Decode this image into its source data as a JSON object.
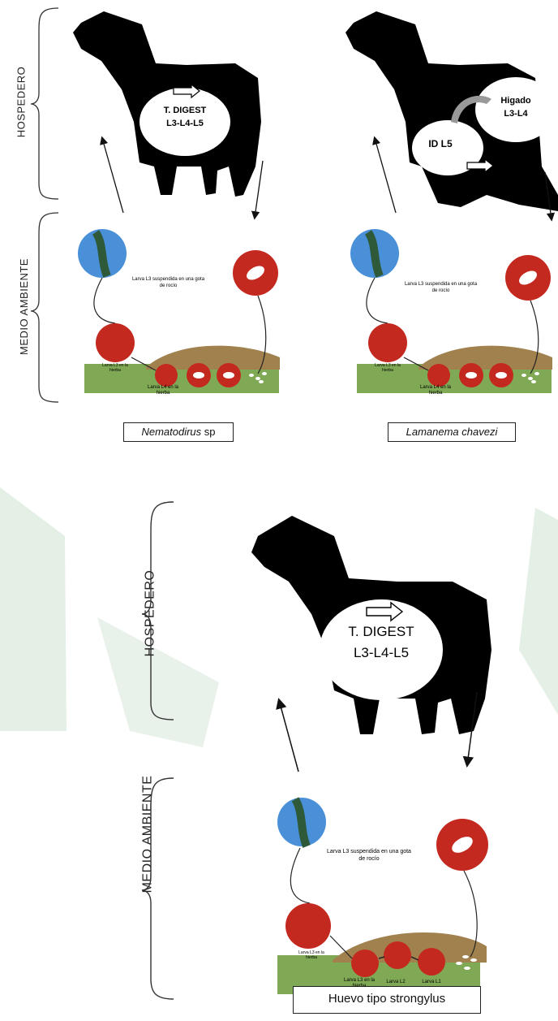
{
  "labels": {
    "host": "HOSPEDERO",
    "environment": "MEDIO AMBIENTE"
  },
  "panel_nematodirus": {
    "organ_title": "T. DIGEST",
    "organ_stages": "L3-L4-L5",
    "larva_dew": "Larva L3 suspendida en una gota de rocío",
    "larva_soil": "Larva L3 en la hierba",
    "larva_soil2": "Larva L4 en la hierba",
    "caption_genus": "Nematodirus",
    "caption_rest": " sp"
  },
  "panel_lamanema": {
    "liver_title": "Higado",
    "liver_stages": "L3-L4",
    "intestine_label": "ID L5",
    "larva_dew": "Larva L3 suspendida en una gota de rocío",
    "larva_soil": "Larva L3 en la hierba",
    "larva_soil2": "Larva L4 en la hierba",
    "caption": "Lamanema chavezi"
  },
  "panel_strongylus": {
    "organ_title": "T. DIGEST",
    "organ_stages": "L3-L4-L5",
    "larva_dew": "Larva L3 suspendida en una gota de rocío",
    "larva_soil": "Larva L3 en la hierba",
    "stage_l3": "Larva L3 en la hierba",
    "stage_l2": "Larva L2",
    "stage_l1": "Larva L1",
    "caption": "Huevo tipo strongylus"
  },
  "colors": {
    "silhouette": "#000000",
    "red": "#c4291f",
    "blue": "#4a90d9",
    "soil": "#a1824f",
    "grass": "#7fa955",
    "watermark": "#dbe9de"
  }
}
